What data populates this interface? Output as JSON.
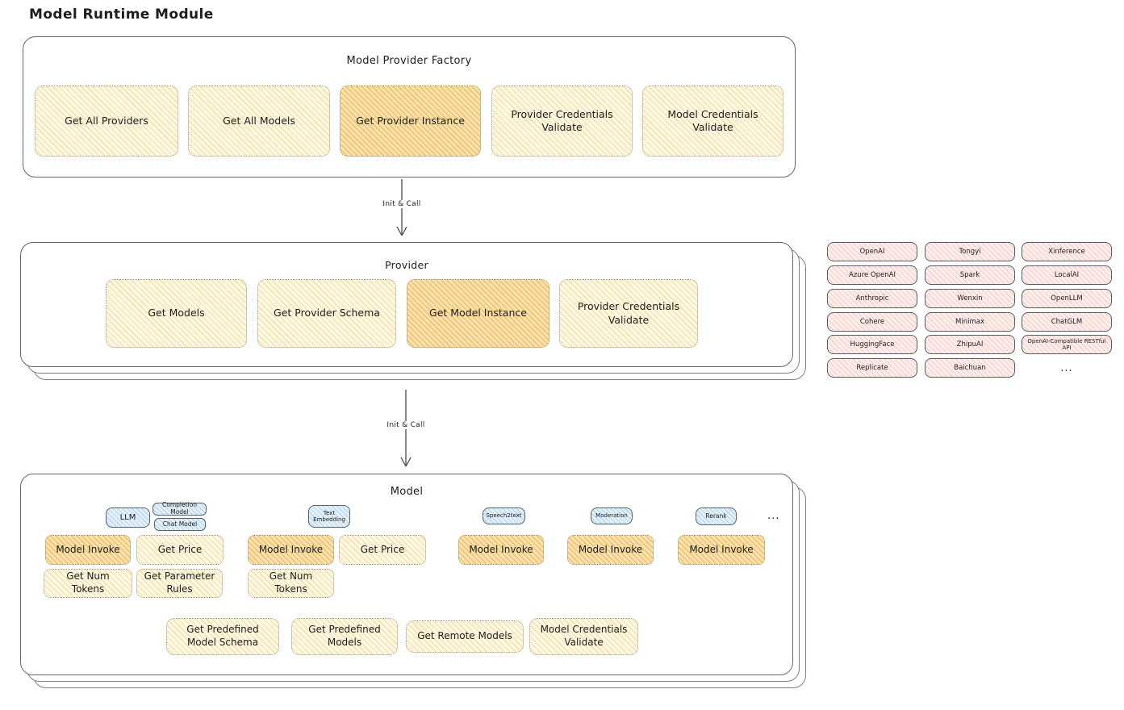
{
  "page": {
    "title": "Model Runtime Module"
  },
  "arrows": {
    "label1": "Init & Call",
    "label2": "Init & Call"
  },
  "factory": {
    "title": "Model Provider Factory",
    "buttons": [
      "Get All Providers",
      "Get All Models",
      "Get Provider Instance",
      "Provider Credentials Validate",
      "Model Credentials Validate"
    ]
  },
  "provider": {
    "title": "Provider",
    "buttons": [
      "Get Models",
      "Get Provider Schema",
      "Get Model Instance",
      "Provider Credentials Validate"
    ]
  },
  "providers_grid": {
    "items": [
      "OpenAI",
      "Tongyi",
      "Xinference",
      "Azure OpenAI",
      "Spark",
      "LocalAI",
      "Anthropic",
      "Wenxin",
      "OpenLLM",
      "Cohere",
      "Minimax",
      "ChatGLM",
      "HuggingFace",
      "ZhipuAI",
      "OpenAI-Compatible RESTful API",
      "Replicate",
      "Baichuan"
    ],
    "more": "..."
  },
  "model": {
    "title": "Model",
    "tabs": {
      "llm": "LLM",
      "completion_model": "Completion Model",
      "chat_model": "Chat Model",
      "text_embedding": "Text Embedding",
      "speech2text": "Speech2text",
      "moderation": "Moderation",
      "rerank": "Rerank",
      "more": "..."
    },
    "llm_buttons": [
      "Model Invoke",
      "Get Price",
      "Get Num Tokens",
      "Get Parameter Rules"
    ],
    "embedding_buttons": [
      "Model Invoke",
      "Get Price",
      "Get Num Tokens"
    ],
    "speech2text_buttons": [
      "Model Invoke"
    ],
    "moderation_buttons": [
      "Model Invoke"
    ],
    "rerank_buttons": [
      "Model Invoke"
    ],
    "common_buttons": [
      "Get Predefined Model Schema",
      "Get Predefined Models",
      "Get Remote Models",
      "Model Credentials Validate"
    ]
  },
  "colors": {
    "yellow_fill": "#fdf7e3",
    "yellow_hatch": "#f6dfa6",
    "orange_fill": "#fbe3b0",
    "orange_hatch": "#f0c477",
    "blue_fill": "#e4f0fa",
    "blue_hatch": "#bcd8ee",
    "pink_fill": "#fdeeec",
    "pink_hatch": "#f6cdc8",
    "border_dark": "#62666b",
    "text": "#1e1e1e"
  }
}
